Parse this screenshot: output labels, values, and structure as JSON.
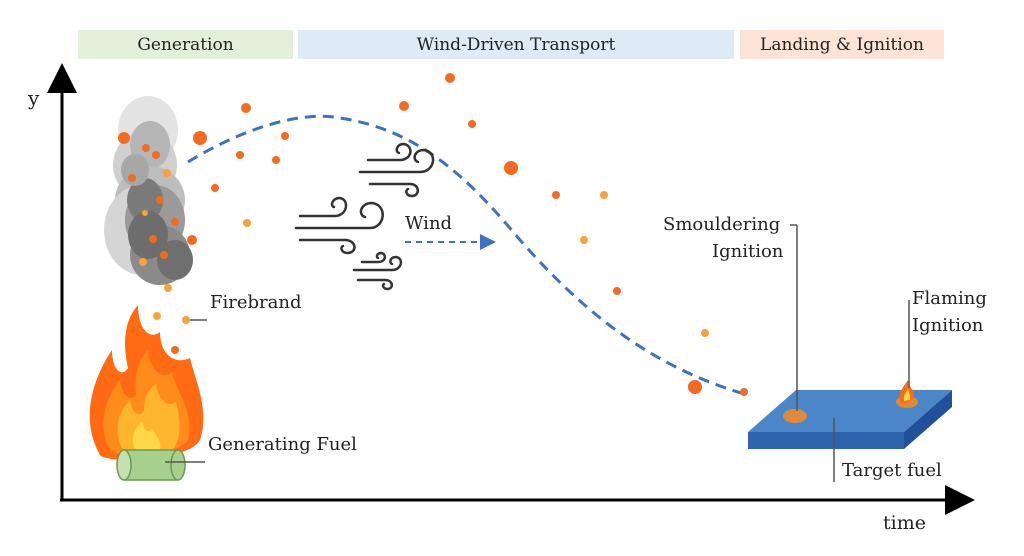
{
  "phases": {
    "generation": "Generation",
    "transport": "Wind-Driven Transport",
    "landing": "Landing & Ignition"
  },
  "axes": {
    "y": "y",
    "x": "time"
  },
  "labels": {
    "firebrand": "Firebrand",
    "generating_fuel": "Generating Fuel",
    "wind": "Wind",
    "smouldering_line1": "Smouldering",
    "smouldering_line2": "Ignition",
    "flaming_line1": "Flaming",
    "flaming_line2": "Ignition",
    "target_fuel": "Target fuel"
  },
  "colors": {
    "generation_band": "#e2efd9",
    "transport_band": "#deebf7",
    "landing_band": "#fbe4d5",
    "trajectory": "#3b73c4",
    "ember": "#f26b21",
    "ember_light": "#f7a23b",
    "target_fuel": "#4a86c8",
    "generating_fuel": "#a8d08d",
    "smoke": "#808080"
  },
  "icons": [
    "flame-icon",
    "smoke-plume-icon",
    "wind-gust-icon",
    "fuel-log-icon",
    "fuel-slab-icon"
  ]
}
